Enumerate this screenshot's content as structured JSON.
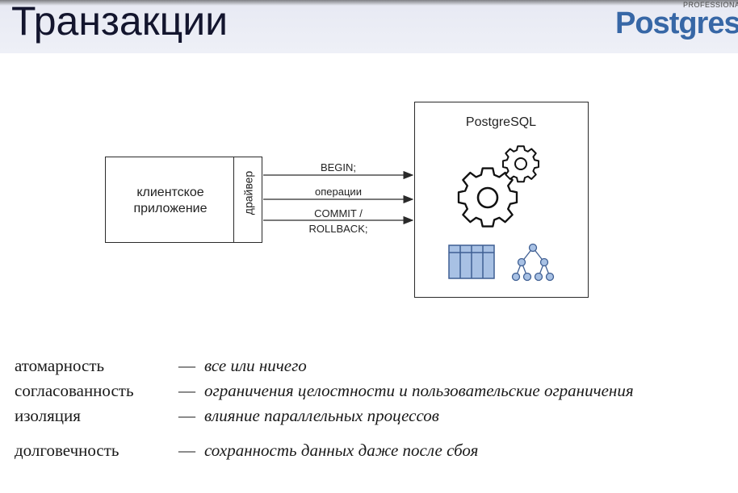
{
  "header": {
    "title": "Транзакции",
    "logo_word": "Postgres",
    "logo_sub": "PROFESSIONAL"
  },
  "diagram": {
    "client_label": "клиентское приложение",
    "driver_label": "драйвер",
    "server_label": "PostgreSQL",
    "arrows": [
      "BEGIN;",
      "операции",
      "COMMIT /",
      "ROLLBACK;"
    ]
  },
  "properties": [
    {
      "term": "атомарность",
      "dash": "—",
      "description": "все или ничего"
    },
    {
      "term": "согласованность",
      "dash": "—",
      "description": "ограничения целостности и пользовательские ограничения"
    },
    {
      "term": "изоляция",
      "dash": "—",
      "description": "влияние параллельных процессов"
    },
    {
      "term": "долговечность",
      "dash": "—",
      "description": "сохранность данных даже после сбоя"
    }
  ],
  "colors": {
    "title": "#13152e",
    "logo": "#3767a6",
    "icon_fill": "#a8c1e4",
    "icon_stroke": "#3f5f93"
  }
}
